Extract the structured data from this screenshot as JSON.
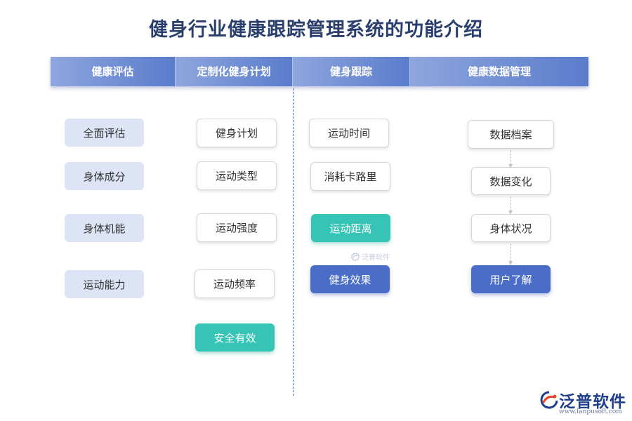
{
  "title": "健身行业健康跟踪管理系统的功能介绍",
  "headers": [
    "健康评估",
    "定制化健身计划",
    "健身跟踪",
    "健康数据管理"
  ],
  "columns": {
    "assessment": [
      "全面评估",
      "身体成分",
      "身体机能",
      "运动能力"
    ],
    "plan": [
      "健身计划",
      "运动类型",
      "运动强度",
      "运动频率",
      "安全有效"
    ],
    "tracking": [
      "运动时间",
      "消耗卡路里",
      "运动距离",
      "健身效果"
    ],
    "data_mgmt": [
      "数据档案",
      "数据变化",
      "身体状况",
      "用户了解"
    ]
  },
  "watermark": "泛普软件",
  "logo": {
    "text": "泛普软件",
    "url": "www.fanpusoft.com",
    "icon": "fanpu-logo-icon"
  },
  "colors": {
    "header_start": "#8fa6dd",
    "header_end": "#5a7ccc",
    "assessment_box": "#dde4f5",
    "teal": "#35c4b5",
    "blue": "#4a6dc8",
    "title": "#2a3f6e"
  }
}
